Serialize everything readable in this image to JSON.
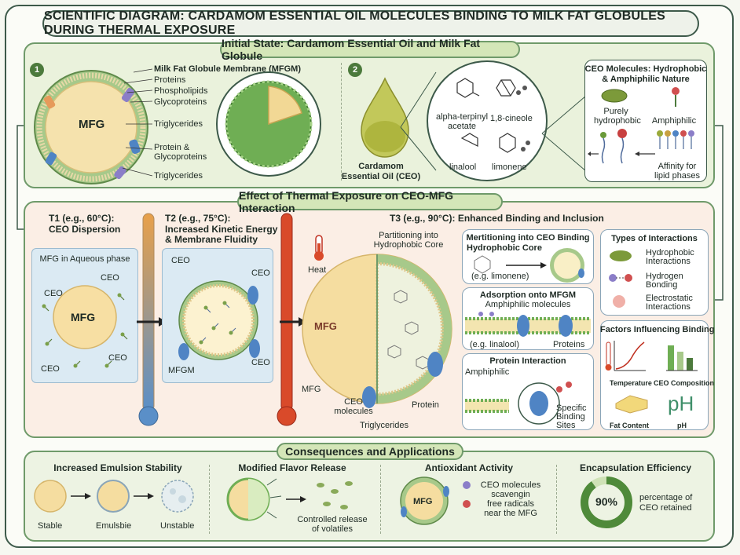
{
  "title": "SCIENTIFIC DIAGRAM: CARDAMOM ESSENTIAL OIL MOLECULES BINDING TO MILK FAT GLOBULES DURING THERMAL EXPOSURE",
  "initial": {
    "header": "Initial State: Cardamom Essential Oil and Milk Fat Globule",
    "step1": "1",
    "step2": "2",
    "mfg_label": "MFG",
    "labels": {
      "mfgm": "Milk Fat Globule Membrane (MFGM)",
      "proteins": "Proteins",
      "phospholipids": "Phospholipids",
      "glycoproteins": "Glycoproteins",
      "triglycerides": "Triglycerides",
      "protein_glyco_1": "Protein &",
      "protein_glyco_2": "Glycoproteins",
      "triglycerides2": "Triglycerides"
    },
    "ceo_name_1": "Cardamom",
    "ceo_name_2": "Essential Oil (CEO)",
    "molecules": {
      "m1a": "alpha-terpinyl",
      "m1b": "acetate",
      "m2": "1,8-cineole",
      "m3": "linalool",
      "m4": "limonene"
    },
    "nature": {
      "title_1": "CEO Molecules: Hydrophobic",
      "title_2": "& Amphiphilic Nature",
      "purely_1": "Purely",
      "purely_2": "hydrophobic",
      "amphiphilic": "Amphiphilic",
      "affinity_1": "Affinity for",
      "affinity_2": "lipid phases"
    }
  },
  "thermal": {
    "header": "Effect of Thermal Exposure on CEO-MFG Interaction",
    "t1_title": "T1 (e.g., 60°C):",
    "t1_sub": "CEO Dispersion",
    "t1_box": "MFG in Aqueous phase",
    "t2_title": "T2 (e.g., 75°C):",
    "t2_sub1": "Increased Kinetic Energy",
    "t2_sub2": "& Membrane Fluidity",
    "t3_title": "T3 (e.g., 90°C): Enhanced Binding and Inclusion",
    "mfg": "MFG",
    "ceo": "CEO",
    "mfgm": "MFGM",
    "heat": "Heat",
    "partition_1": "Partitioning into",
    "partition_2": "Hydrophobic Core",
    "mfg_lbl": "MFG",
    "ceo_mol_1": "CEO",
    "ceo_mol_2": "molecules",
    "protein": "Protein",
    "triglycerides": "Triglycerides",
    "mech1_title_1": "Mertitioning into CEO Binding",
    "mech1_title_2": "Hydrophobic Core",
    "mech1_eg": "(e.g. limonene)",
    "mech2_title": "Adsorption onto MFGM",
    "mech2_sub": "Amphiphilic molecules",
    "mech2_eg": "(e.g. linalool)",
    "mech2_proteins": "Proteins",
    "mech3_title": "Protein Interaction",
    "mech3_amph": "Amphiphilic",
    "mech3_sites_1": "Specific",
    "mech3_sites_2": "Binding",
    "mech3_sites_3": "Sites",
    "types_title": "Types of Interactions",
    "types": {
      "hydro_1": "Hydrophobic",
      "hydro_2": "Interactions",
      "hbond_1": "Hydrogen",
      "hbond_2": "Bonding",
      "electro_1": "Electrostatic",
      "electro_2": "Interactions"
    },
    "factors_title": "Factors Influencing Binding",
    "factors": {
      "temperature": "Temperature",
      "composition": "CEO Composition",
      "fat": "Fat Content",
      "ph": "pH",
      "ph_big": "pH"
    }
  },
  "consequences": {
    "header": "Consequences and Applications",
    "c1_title": "Increased Emulsion Stability",
    "stable": "Stable",
    "emulsible": "Emulsbie",
    "unstable": "Unstable",
    "c2_title": "Modified Flavor Release",
    "c2_cap_1": "Controlled release",
    "c2_cap_2": "of volatiles",
    "c3_title": "Antioxidant Activity",
    "c3_mfg": "MFG",
    "c3_text_1": "CEO molecules",
    "c3_text_2": "scavengin",
    "c3_text_3": "free radicals",
    "c3_text_4": "near the MFG",
    "c4_title": "Encapsulation Efficiency",
    "c4_percent": "90%",
    "c4_value": 0.9,
    "c4_text_1": "percentage of",
    "c4_text_2": "CEO retained"
  }
}
